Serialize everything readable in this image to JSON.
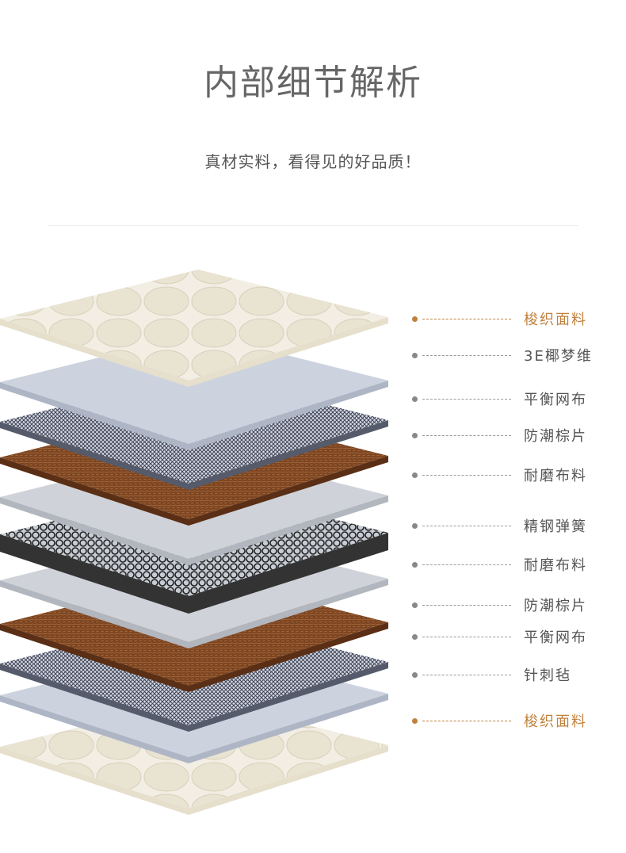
{
  "header": {
    "title_main": "内部细节",
    "title_underlined": "解析",
    "subtitle": "真材实料，看得见的好品质！"
  },
  "accent_color": "#2e86b0",
  "highlight_color": "#c0813e",
  "layers": [
    {
      "label": "梭织面料",
      "highlight": true,
      "kind": "quilted"
    },
    {
      "label": "3E椰梦维",
      "highlight": false,
      "kind": "lightblue"
    },
    {
      "label": "平衡网布",
      "highlight": false,
      "kind": "mesh"
    },
    {
      "label": "防潮棕片",
      "highlight": false,
      "kind": "coir"
    },
    {
      "label": "耐磨布料",
      "highlight": false,
      "kind": "gray"
    },
    {
      "label": "精钢弹簧",
      "highlight": false,
      "kind": "spring"
    },
    {
      "label": "耐磨布料",
      "highlight": false,
      "kind": "gray"
    },
    {
      "label": "防潮棕片",
      "highlight": false,
      "kind": "coir"
    },
    {
      "label": "平衡网布",
      "highlight": false,
      "kind": "mesh"
    },
    {
      "label": "针刺毡",
      "highlight": false,
      "kind": "lightblue"
    },
    {
      "label": "梭织面料",
      "highlight": true,
      "kind": "quilted"
    }
  ]
}
